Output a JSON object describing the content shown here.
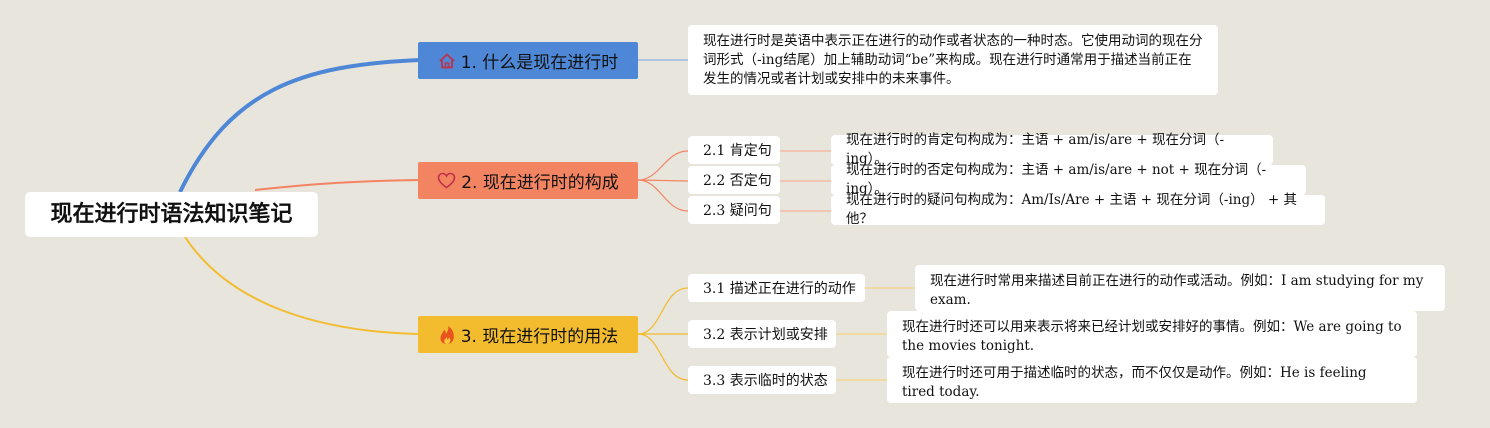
{
  "root": {
    "title": "现在进行时语法知识笔记"
  },
  "branches": [
    {
      "label": "1. 什么是现在进行时",
      "icon": "home-icon",
      "color": "#4e87d6",
      "description": "现在进行时是英语中表示正在进行的动作或者状态的一种时态。它使用动词的现在分词形式（-ing结尾）加上辅助动词“be”来构成。现在进行时通常用于描述当前正在发生的情况或者计划或安排中的未来事件。"
    },
    {
      "label": "2. 现在进行时的构成",
      "icon": "heart-icon",
      "color": "#f38462",
      "children": [
        {
          "label": "2.1 肯定句",
          "description": "现在进行时的肯定句构成为：主语 + am/is/are + 现在分词（-ing）。"
        },
        {
          "label": "2.2 否定句",
          "description": "现在进行时的否定句构成为：主语 + am/is/are + not + 现在分词（-ing）。"
        },
        {
          "label": "2.3 疑问句",
          "description": "现在进行时的疑问句构成为：Am/Is/Are + 主语 + 现在分词（-ing） + 其他？"
        }
      ]
    },
    {
      "label": "3. 现在进行时的用法",
      "icon": "fire-icon",
      "color": "#f3bc2f",
      "children": [
        {
          "label": "3.1 描述正在进行的动作",
          "description": "现在进行时常用来描述目前正在进行的动作或活动。例如：I am studying for my exam."
        },
        {
          "label": "3.2 表示计划或安排",
          "description": "现在进行时还可以用来表示将来已经计划或安排好的事情。例如：We are going to the movies tonight."
        },
        {
          "label": "3.3 表示临时的状态",
          "description": "现在进行时还可用于描述临时的状态，而不仅仅是动作。例如：He is feeling tired today."
        }
      ]
    }
  ]
}
